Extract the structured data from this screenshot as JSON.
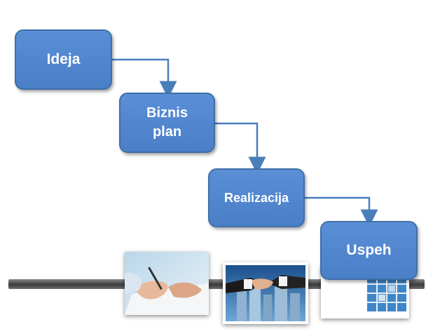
{
  "steps": [
    {
      "label": "Ideja"
    },
    {
      "label": "Biznis\nplan"
    },
    {
      "label": "Realizacija"
    },
    {
      "label": "Uspeh"
    }
  ],
  "colors": {
    "box_fill": "#4f86cf",
    "box_border": "#3f6ea8",
    "connector": "#4a7ebb"
  },
  "photos": [
    {
      "icon": "signing-document-photo"
    },
    {
      "icon": "handshake-photo"
    },
    {
      "icon": "glass-building-photo"
    }
  ]
}
